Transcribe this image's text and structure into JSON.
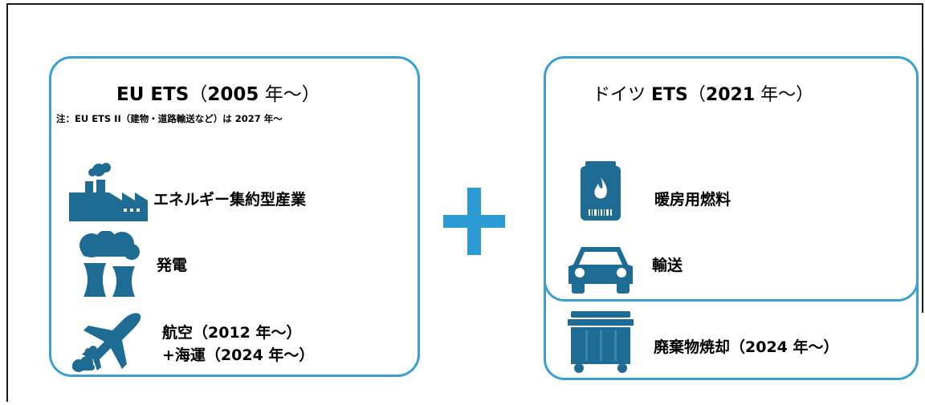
{
  "eu": {
    "title_main": "EU ETS",
    "title_paren_open": "（",
    "title_year": "2005",
    "title_suffix": "年～）",
    "note": "注：EU ETS II（建物・道路輸送など）は 2027 年～",
    "items": [
      {
        "icon": "factory-icon",
        "label": "エネルギー集約型産業"
      },
      {
        "icon": "power-plant-icon",
        "label": "発電"
      },
      {
        "icon": "airplane-icon",
        "label_line1": "航空（2012 年～）",
        "label_line2": "+海運（2024 年～）"
      }
    ]
  },
  "de": {
    "title_prefix": "ドイツ",
    "title_main": "ETS",
    "title_paren_open": "（",
    "title_year": "2021",
    "title_suffix": "年～）",
    "items": [
      {
        "icon": "heating-fuel-icon",
        "label": "暖房用燃料"
      },
      {
        "icon": "car-icon",
        "label": "輸送"
      }
    ],
    "waste": {
      "icon": "waste-container-icon",
      "label": "廃棄物焼却（2024 年～）"
    }
  },
  "connector": {
    "symbol": "plus-icon"
  },
  "colors": {
    "icon": "#1e6b94",
    "border": "#3a9fd1",
    "plus": "#2c9ad3"
  }
}
